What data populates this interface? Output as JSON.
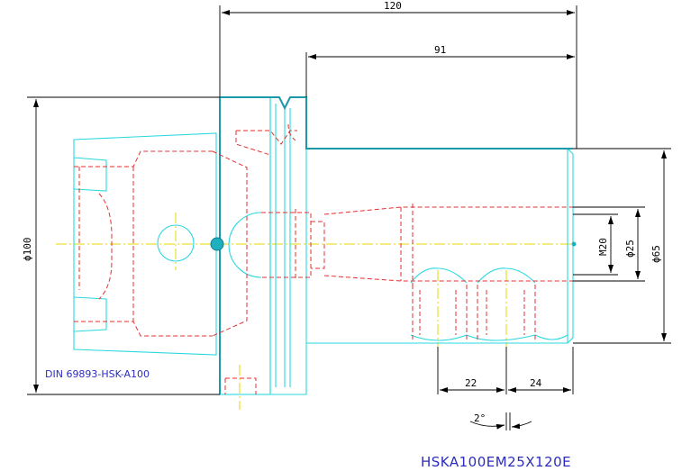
{
  "dimensions": {
    "overall_length": "120",
    "shank_length": "91",
    "flange_diameter": "ϕ100",
    "shank_diameter": "ϕ65",
    "bore_diameter": "ϕ25",
    "thread": "M20",
    "screw_spacing_1": "22",
    "screw_spacing_2": "24",
    "angle": "2°"
  },
  "labels": {
    "standard": "DIN 69893-HSK-A100",
    "part_number": "HSKA100EM25X120E"
  },
  "colors": {
    "outline": "#2ad8e0",
    "hidden": "#e23030",
    "centerline": "#e6d800",
    "dimension": "#000000",
    "text": "#2c2cc0"
  }
}
